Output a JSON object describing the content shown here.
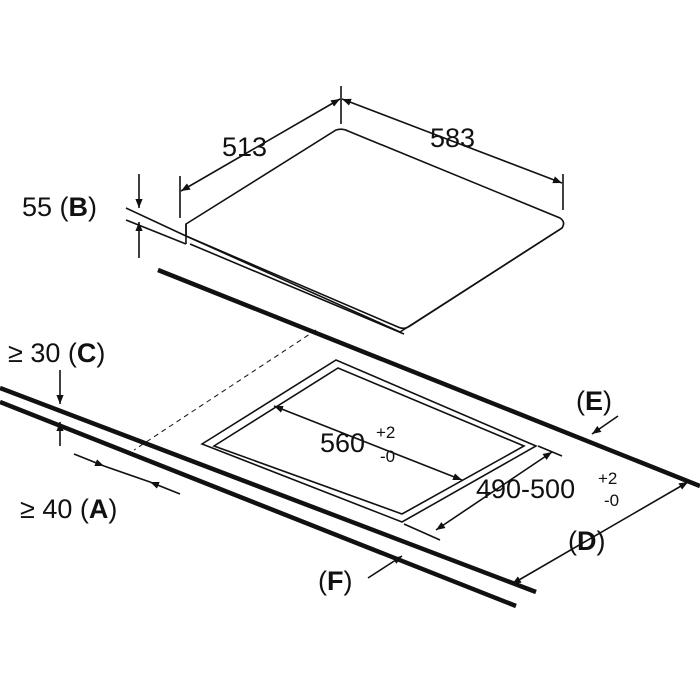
{
  "dimensions": {
    "depth": "513",
    "width": "583",
    "height_value": "55",
    "height_letter": "B",
    "cutout_width": "560",
    "cutout_width_tol_plus": "+2",
    "cutout_width_tol_minus": "-0",
    "cutout_depth": "490-500",
    "cutout_depth_tol_plus": "+2",
    "cutout_depth_tol_minus": "-0"
  },
  "labels": {
    "c_prefix": "≥ 30",
    "c_letter": "C",
    "a_prefix": "≥ 40",
    "a_letter": "A",
    "d_letter": "D",
    "e_letter": "E",
    "f_letter": "F"
  }
}
